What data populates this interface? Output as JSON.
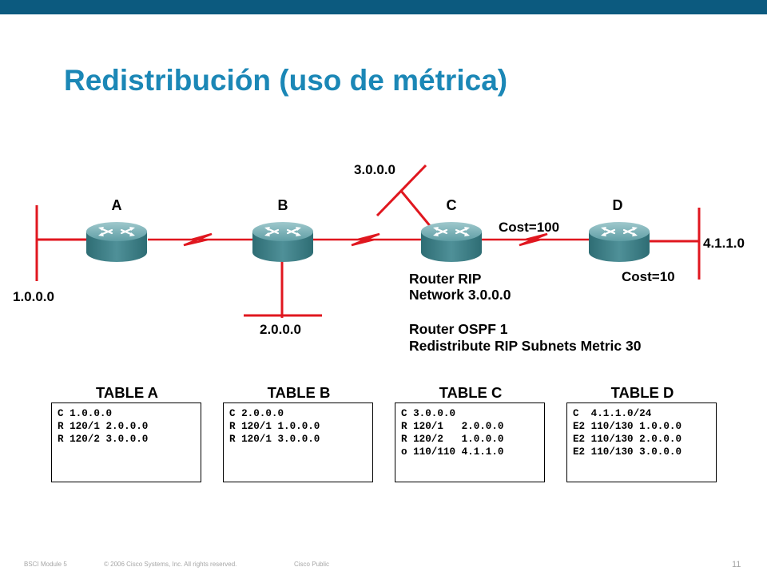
{
  "title": "Redistribución (uso de métrica)",
  "routers": [
    {
      "label": "A"
    },
    {
      "label": "B"
    },
    {
      "label": "C"
    },
    {
      "label": "D"
    }
  ],
  "networks": {
    "n1": "1.0.0.0",
    "n2": "2.0.0.0",
    "n3": "3.0.0.0",
    "n4": "4.1.1.0"
  },
  "costs": {
    "c_d": "Cost=100",
    "d_net": "Cost=10"
  },
  "config": [
    "Router RIP",
    "Network 3.0.0.0",
    "Router OSPF 1",
    "Redistribute RIP Subnets Metric 30"
  ],
  "tables": [
    {
      "title": "TABLE A",
      "rows": [
        "C 1.0.0.0",
        "R 120/1 2.0.0.0",
        "R 120/2 3.0.0.0"
      ]
    },
    {
      "title": "TABLE B",
      "rows": [
        "C 2.0.0.0",
        "R 120/1 1.0.0.0",
        "R 120/1 3.0.0.0"
      ]
    },
    {
      "title": "TABLE C",
      "rows": [
        "C 3.0.0.0",
        "R 120/1   2.0.0.0",
        "R 120/2   1.0.0.0",
        "o 110/110 4.1.1.0"
      ]
    },
    {
      "title": "TABLE D",
      "rows": [
        "C  4.1.1.0/24",
        "E2 110/130 1.0.0.0",
        "E2 110/130 2.0.0.0",
        "E2 110/130 3.0.0.0"
      ]
    }
  ],
  "footer": {
    "module": "BSCI Module 5",
    "copyright": "© 2006 Cisco Systems, Inc. All rights reserved.",
    "classification": "Cisco Public",
    "page": "11"
  },
  "colors": {
    "top_bar": "#0c5a7f",
    "title": "#1b87b6",
    "link": "#e0171f",
    "router_body": "#4d8b92"
  }
}
